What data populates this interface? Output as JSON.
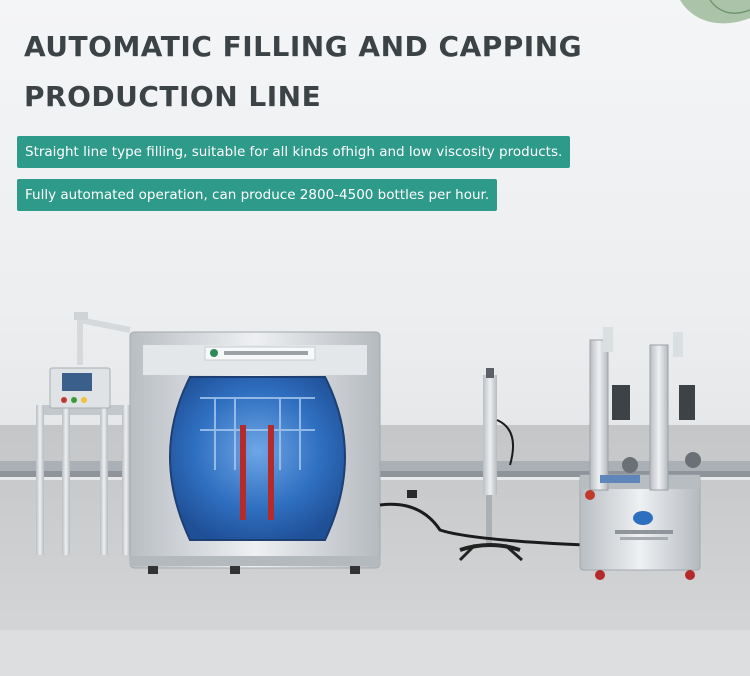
{
  "headline": {
    "line1": "AUTOMATIC FILLING AND CAPPING",
    "line2": "PRODUCTION LINE"
  },
  "features": [
    "Straight line type filling, suitable for all kinds ofhigh and low viscosity products.",
    "Fully automated operation, can produce 2800-4500 bottles per hour."
  ],
  "colors": {
    "title": "#3c4346",
    "tag_background": "#2e9a8a",
    "tag_text": "#ffffff",
    "cabinet_glass": "#2f6fc0",
    "steel": "#c9ced2"
  },
  "icons": [
    "leaf-decoration",
    "filling-machine-illustration",
    "brand-logo"
  ]
}
